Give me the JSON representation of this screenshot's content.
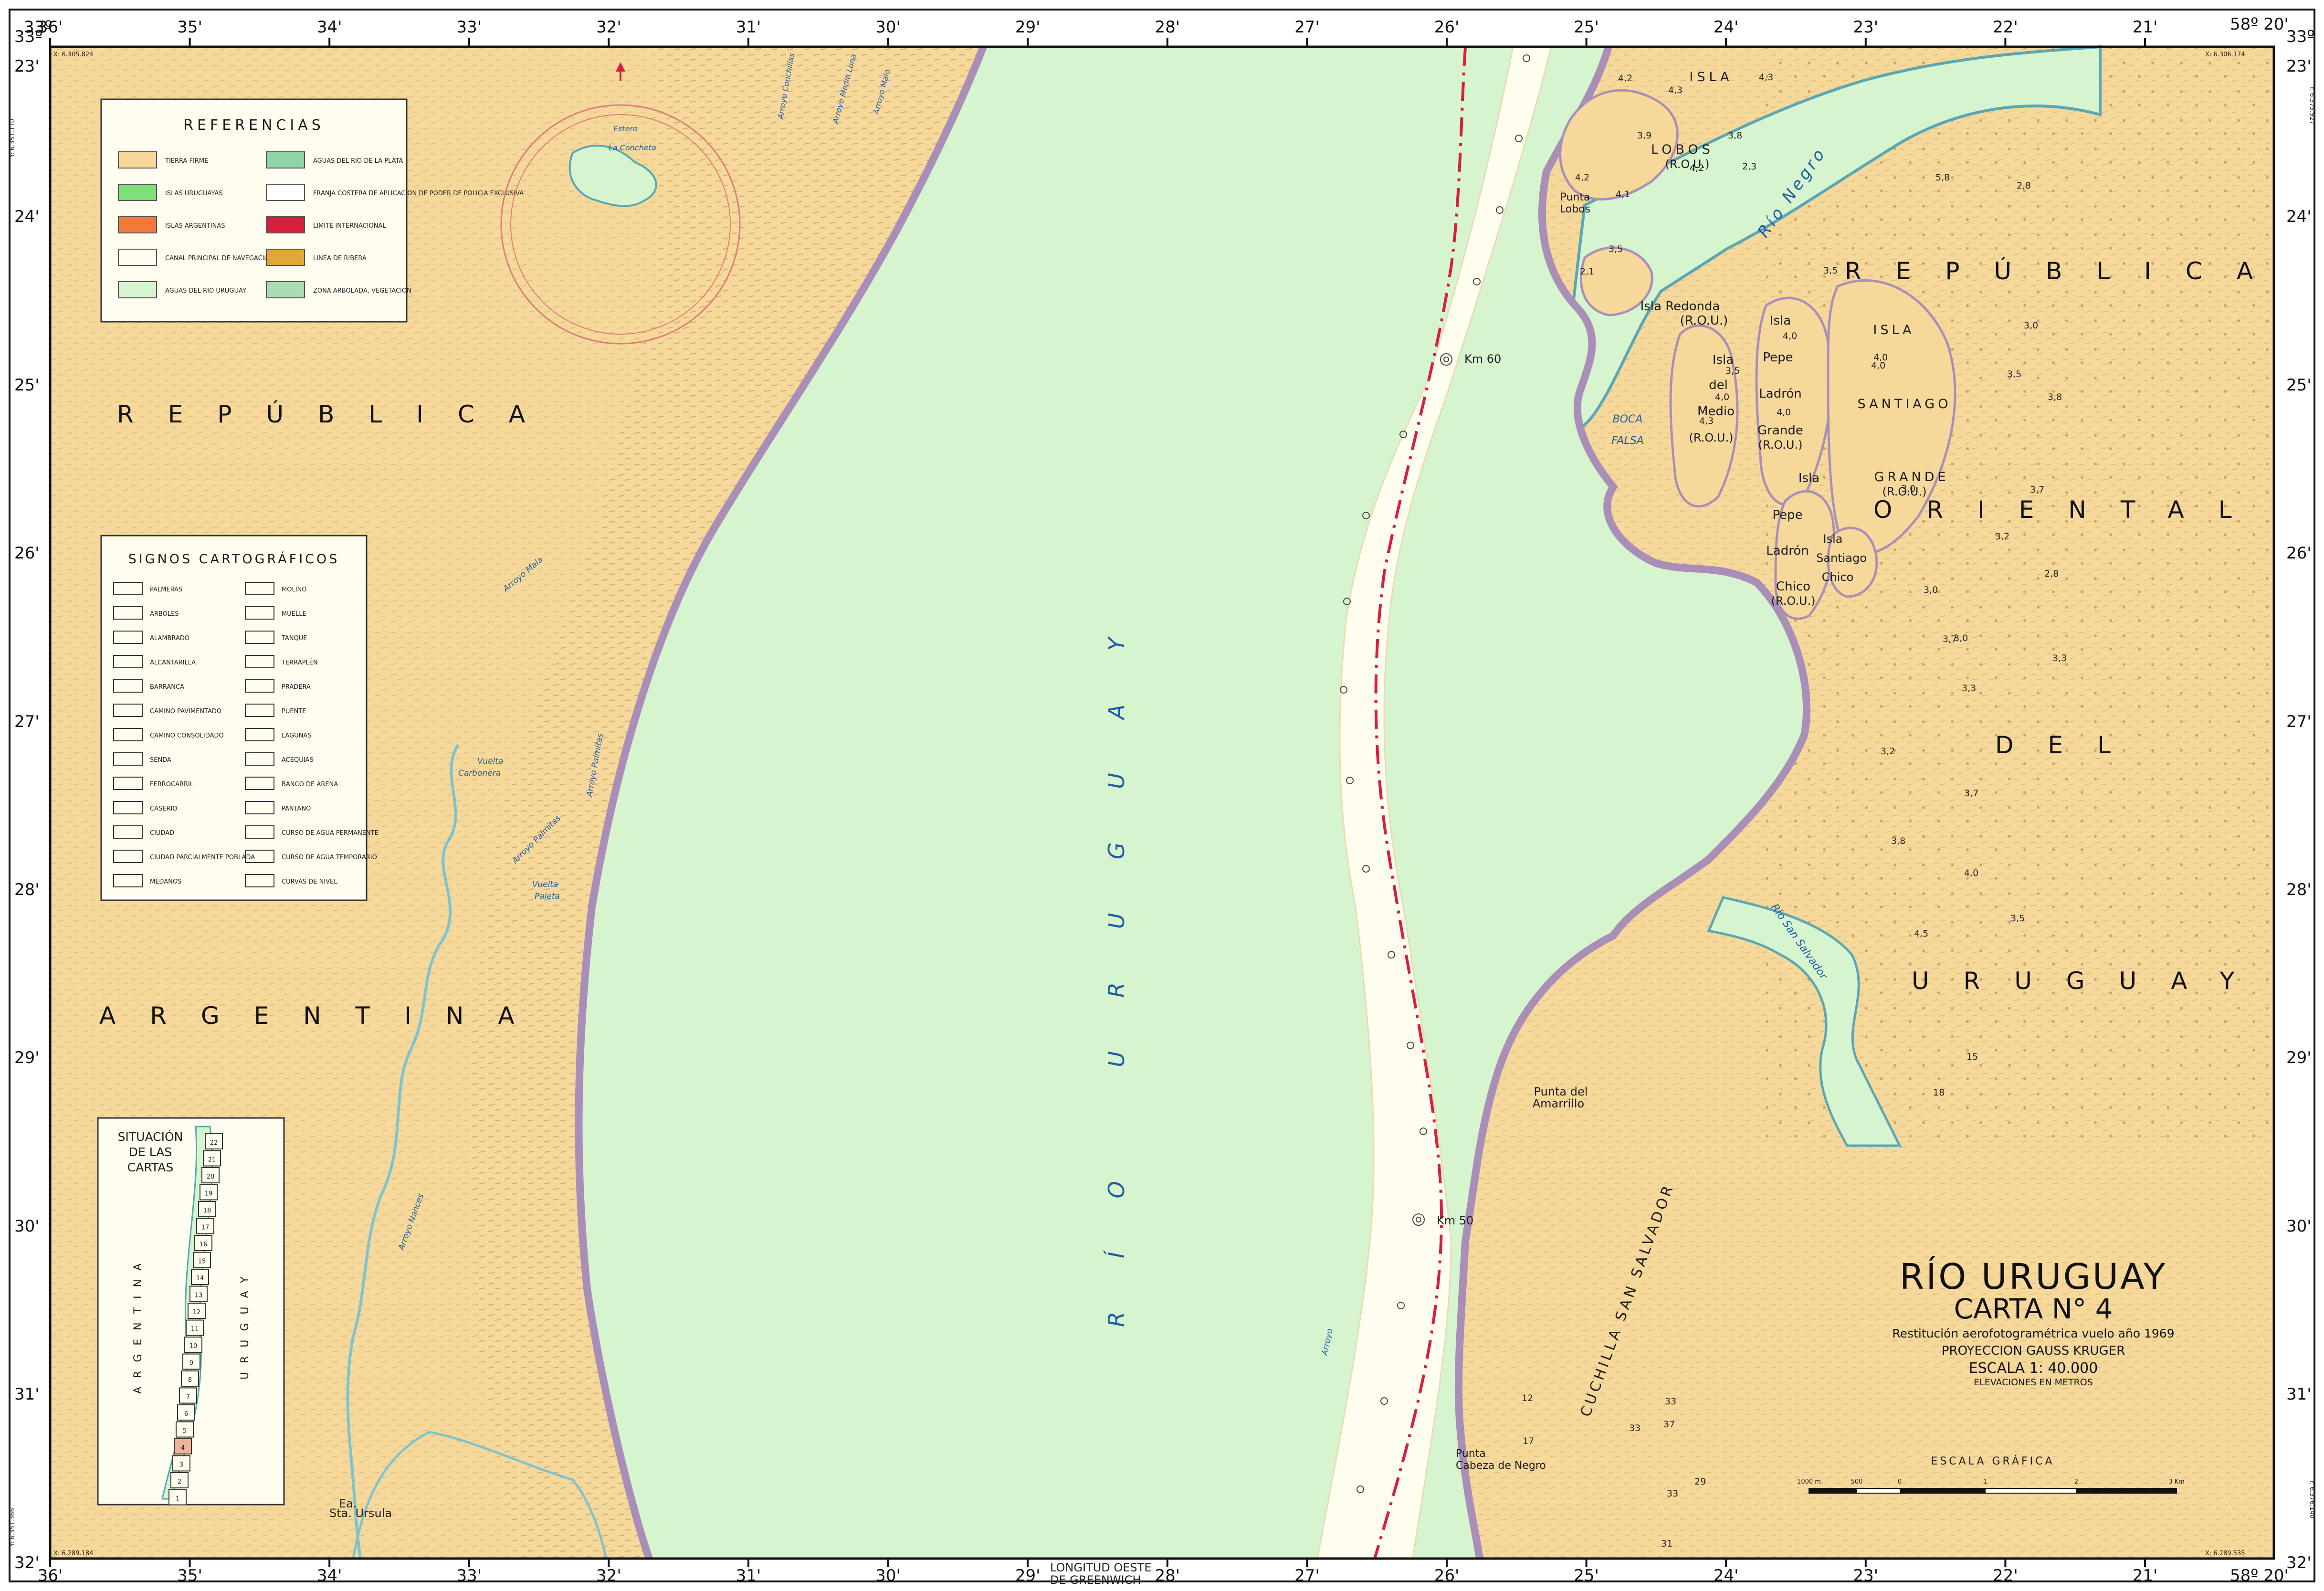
{
  "grid": {
    "top_left_degree": "33º",
    "top_right_degree": "58º 20'",
    "minute_labels_top": [
      "36'",
      "35'",
      "34'",
      "33'",
      "32'",
      "31'",
      "30'",
      "29'",
      "28'",
      "27'",
      "26'",
      "25'",
      "24'",
      "23'",
      "22'",
      "21'"
    ],
    "minute_labels_bottom": [
      "36'",
      "35'",
      "34'",
      "33'",
      "32'",
      "31'",
      "30'",
      "29'",
      "28'",
      "27'",
      "26'",
      "25'",
      "24'",
      "23'",
      "22'",
      "21'"
    ],
    "bottom_right_degree": "58º 20'",
    "left_labels": [
      "33º",
      "23'",
      "24'",
      "25'",
      "26'",
      "27'",
      "28'",
      "29'",
      "30'",
      "31'",
      "32'"
    ],
    "right_labels": [
      "33º",
      "23'",
      "24'",
      "25'",
      "26'",
      "27'",
      "28'",
      "29'",
      "30'",
      "31'",
      "32'"
    ],
    "longitude_note_1": "LONGITUD OESTE",
    "longitude_note_2": "DE GREENWICH"
  },
  "coords": {
    "top_left_x": "X: 6.305.824",
    "top_left_y": "Y: 6.351.110",
    "top_right_x": "X: 6.306.174",
    "top_right_y": "Y: 6.375.927",
    "bottom_left_x": "X: 6.289.184",
    "bottom_left_y": "Y: 6.351.366",
    "bottom_right_x": "X: 6.289.535",
    "bottom_right_y": "Y: 6.376.140"
  },
  "references": {
    "title": "REFERENCIAS",
    "items": [
      {
        "label": "TIERRA FIRME",
        "color": "#f6d99a"
      },
      {
        "label": "ISLAS URUGUAYAS",
        "color": "#7fe07a"
      },
      {
        "label": "ISLAS ARGENTINAS",
        "color": "#f07a3c"
      },
      {
        "label": "CANAL PRINCIPAL DE NAVEGACION",
        "color": "#fffdf0"
      },
      {
        "label": "AGUAS DEL RIO URUGUAY",
        "color": "#d6f5cf"
      },
      {
        "label": "AGUAS DEL RIO DE LA PLATA",
        "color": "#8fd3a8"
      },
      {
        "label": "FRANJA COSTERA DE APLICACION DE PODER DE POLICIA EXCLUSIVA",
        "color": "#ffffff"
      },
      {
        "label": "LIMITE INTERNACIONAL",
        "color": "#d81e3c"
      },
      {
        "label": "LINEA DE RIBERA",
        "color": "#e0a838"
      },
      {
        "label": "ZONA ARBOLADA, VEGETACION",
        "color": "#a9dcb2"
      }
    ]
  },
  "signs": {
    "title": "SIGNOS CARTOGRÁFICOS",
    "left": [
      "PALMERAS",
      "ARBOLES",
      "ALAMBRADO",
      "ALCANTARILLA",
      "BARRANCA",
      "CAMINO PAVIMENTADO",
      "CAMINO CONSOLIDADO",
      "SENDA",
      "FERROCARRIL",
      "CASERIO",
      "CIUDAD",
      "CIUDAD PARCIALMENTE POBLADA",
      "MÉDANOS"
    ],
    "right": [
      "MOLINO",
      "MUELLE",
      "TANQUE",
      "TERRAPLÉN",
      "PRADERA",
      "PUENTE",
      "LAGUNAS",
      "ACEQUIAS",
      "BANCO DE ARENA",
      "PANTANO",
      "CURSO DE AGUA PERMANENTE",
      "CURSO DE AGUA TEMPORARIO",
      "CURVAS DE NIVEL"
    ]
  },
  "situacion": {
    "line1": "SITUACIÓN",
    "line2": "DE LAS",
    "line3": "CARTAS",
    "country_left": "ARGENTINA",
    "country_right": "URUGUAY",
    "sheets": [
      "22",
      "21",
      "20",
      "19",
      "18",
      "17",
      "16",
      "15",
      "14",
      "13",
      "12",
      "11",
      "10",
      "9",
      "8",
      "7",
      "6",
      "5",
      "4",
      "3",
      "2",
      "1"
    ]
  },
  "labels": {
    "republica_ar": "REPÚBLICA",
    "argentina": "ARGENTINA",
    "rio_uruguay_vertical": "RÍO URUGUAY",
    "republica_uy": "REPÚBLICA",
    "oriental": "ORIENTAL",
    "del": "DEL",
    "uruguay": "URUGUAY",
    "rio_negro": "Río Negro",
    "rio_san_salvador": "Río San Salvador",
    "estero": "Estero",
    "la_concheta": "La Concheta",
    "arroyo_mala": "Arroyo Mala",
    "arroyo_palmitas": "Arroyo Palmitas",
    "arroyo_conchillas": "Arroyo Conchillas",
    "arroyo_medio_luna": "Arroyo Medio Luna",
    "arroyo_malo": "Arroyo Malo",
    "arroyo_nances": "Arroyo Nances",
    "arroyo_main": "Arroyo",
    "vuelta_carbonera_1": "Vuelta",
    "vuelta_carbonera_2": "Carbonera",
    "vuelta_paleta_1": "Vuelta",
    "vuelta_paleta_2": "Paleta",
    "sta_ursula_1": "Ea.",
    "sta_ursula_2": "Sta. Ursula",
    "km60": "Km 60",
    "km50": "Km 50",
    "isla_lobos_1": "ISLA",
    "isla_lobos_2": "LOBOS",
    "isla_lobos_3": "(R.O.U.)",
    "punta_lobos_1": "Punta",
    "punta_lobos_2": "Lobos",
    "isla_redonda": "Isla Redonda",
    "isla_redonda_rou": "(R.O.U.)",
    "boca_falsa_1": "BOCA",
    "boca_falsa_2": "FALSA",
    "isla_del_medio_1": "Isla",
    "isla_del_medio_2": "del",
    "isla_del_medio_3": "Medio",
    "isla_del_medio_4": "(R.O.U.)",
    "pepe_grande_1": "Isla",
    "pepe_grande_2": "Pepe",
    "pepe_grande_3": "Ladrón",
    "pepe_grande_4": "Grande",
    "pepe_grande_5": "(R.O.U.)",
    "pepe_chico_1": "Isla",
    "pepe_chico_2": "Pepe",
    "pepe_chico_3": "Ladrón",
    "pepe_chico_4": "Chico",
    "pepe_chico_5": "(R.O.U.)",
    "santiago_chico_1": "Isla",
    "santiago_chico_2": "Santiago",
    "santiago_chico_3": "Chico",
    "santiago_grande_1": "ISLA",
    "santiago_grande_2": "SANTIAGO",
    "santiago_grande_3": "GRANDE",
    "santiago_grande_4": "(R.O.U.)",
    "punta_amarrillo_1": "Punta del",
    "punta_amarrillo_2": "Amarrillo",
    "cuchilla": "CUCHILLA SAN SALVADOR",
    "punta_cabeza_1": "Punta",
    "punta_cabeza_2": "Cabeza de Negro"
  },
  "elevations": [
    {
      "v": "4,2"
    },
    {
      "v": "4,3"
    },
    {
      "v": "4,3"
    },
    {
      "v": "3,9"
    },
    {
      "v": "4,2"
    },
    {
      "v": "3,8"
    },
    {
      "v": "2,3"
    },
    {
      "v": "4,2"
    },
    {
      "v": "4,1"
    },
    {
      "v": "3,5"
    },
    {
      "v": "2,1"
    },
    {
      "v": "3,5"
    },
    {
      "v": "4,0"
    },
    {
      "v": "4,3"
    },
    {
      "v": "4,0"
    },
    {
      "v": "4,0"
    },
    {
      "v": "3,5"
    },
    {
      "v": "4,0"
    },
    {
      "v": "5,8"
    },
    {
      "v": "2,8"
    },
    {
      "v": "4,0"
    },
    {
      "v": "3,0"
    },
    {
      "v": "3,0"
    },
    {
      "v": "3,5"
    },
    {
      "v": "3,8"
    },
    {
      "v": "3,0"
    },
    {
      "v": "3,7"
    },
    {
      "v": "3,2"
    },
    {
      "v": "2,8"
    },
    {
      "v": "3,0"
    },
    {
      "v": "3,7"
    },
    {
      "v": "3,3"
    },
    {
      "v": "3,3"
    },
    {
      "v": "3,2"
    },
    {
      "v": "3,7"
    },
    {
      "v": "3,8"
    },
    {
      "v": "4,0"
    },
    {
      "v": "4,5"
    },
    {
      "v": "3,5"
    },
    {
      "v": "15"
    },
    {
      "v": "18"
    },
    {
      "v": "12"
    },
    {
      "v": "17"
    },
    {
      "v": "33"
    },
    {
      "v": "33"
    },
    {
      "v": "37"
    },
    {
      "v": "29"
    },
    {
      "v": "33"
    },
    {
      "v": "31"
    }
  ],
  "title_block": {
    "title": "RÍO URUGUAY",
    "carta": "CARTA N° 4",
    "line1": "Restitución aerofotogramétrica vuelo año 1969",
    "line2": "PROYECCION GAUSS KRUGER",
    "line3": "ESCALA 1: 40.000",
    "line4": "ELEVACIONES EN METROS"
  },
  "scale_bar": {
    "title": "ESCALA GRÁFICA",
    "labels": [
      "1000 m",
      "500",
      "0",
      "1",
      "2",
      "3 Km"
    ]
  },
  "colors": {
    "land": "#f6d99a",
    "water": "#d6f5cf",
    "channel": "#fffdf0",
    "shore": "#a98fb8",
    "boundary": "#d81e3c",
    "tributary": "#7fc3cf",
    "frame": "#111111"
  }
}
